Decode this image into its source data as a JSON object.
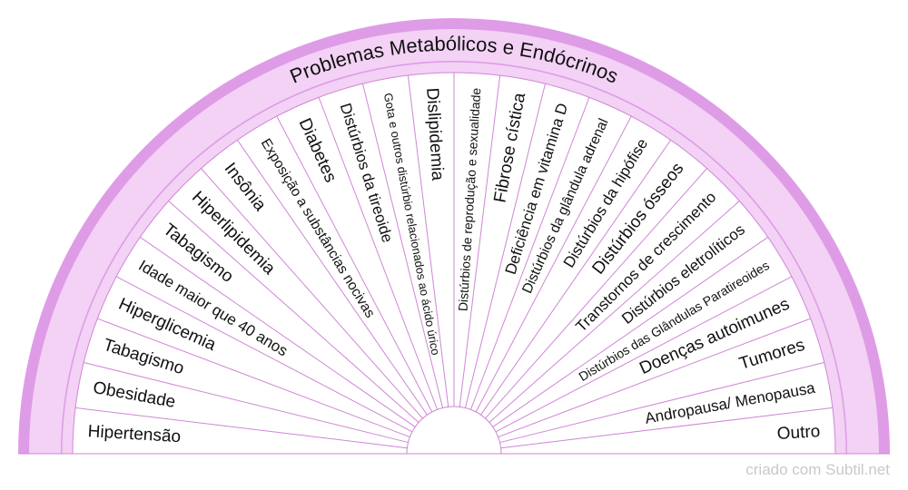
{
  "title": "Problemas Metabólicos e Endócrinos",
  "credit": "criado com Subtil.net",
  "colors": {
    "outer_band": "#df9ce6",
    "title_band": "#f3d2f5",
    "inner_band": "#f3d2f5",
    "line": "#cf86d6",
    "text": "#111111"
  },
  "items": [
    "Hipertensão",
    "Obesidade",
    "Tabagismo",
    "Hiperglicemia",
    "Idade maior que 40 anos",
    "Tabagismo",
    "Hiperlipidemia",
    "Insônia",
    "Exposição a substâncias nocivas",
    "Diabetes",
    "Distúrbios da tireoide",
    "Gota e outros distúrbio relacionados ao ácido úrico",
    "Dislipidemia",
    "Distúrbios de reprodução e sexualidade",
    "Fibrose cística",
    "Deficiência em vitamina D",
    "Distúrbios da glândula adrenal",
    "Distúrbios da hipófise",
    "Distúrbios ósseos",
    "Transtornos de crescimento",
    "Distúrbios eletrolíticos",
    "Distúrbios das Glândulas Paratireoides",
    "Doenças autoimunes",
    "Tumores",
    "Andropausa/ Menopausa",
    "Outro"
  ]
}
